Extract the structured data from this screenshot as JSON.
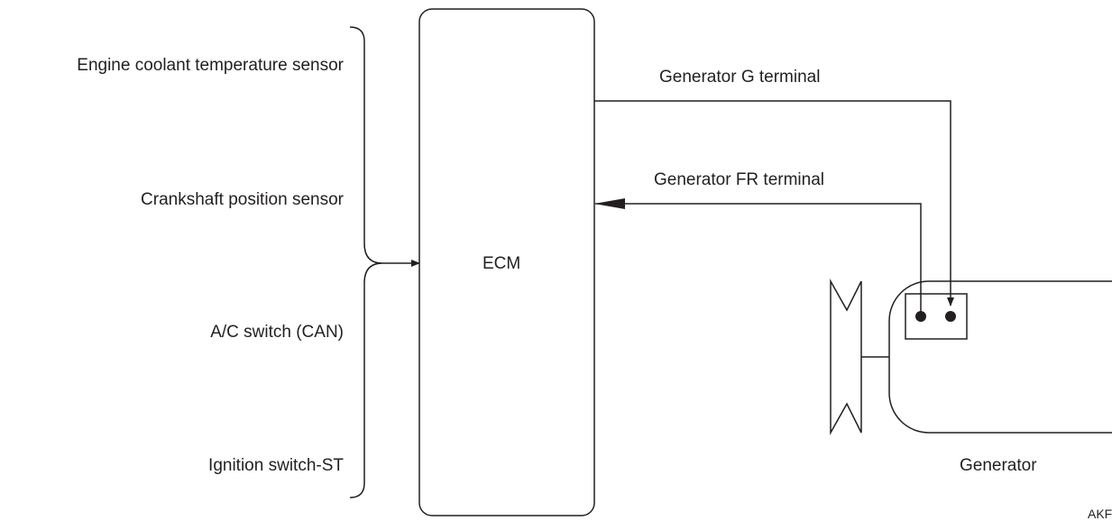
{
  "inputs": [
    {
      "label": "Engine coolant temperature sensor"
    },
    {
      "label": "Crankshaft position sensor"
    },
    {
      "label": "A/C switch (CAN)"
    },
    {
      "label": "Ignition switch-ST"
    }
  ],
  "ecm": {
    "label": "ECM"
  },
  "signals": {
    "g_terminal": "Generator G terminal",
    "fr_terminal": "Generator FR terminal"
  },
  "generator": {
    "label": "Generator"
  },
  "corner_code": "AKF",
  "colors": {
    "stroke": "#231f20",
    "background": "#ffffff"
  }
}
